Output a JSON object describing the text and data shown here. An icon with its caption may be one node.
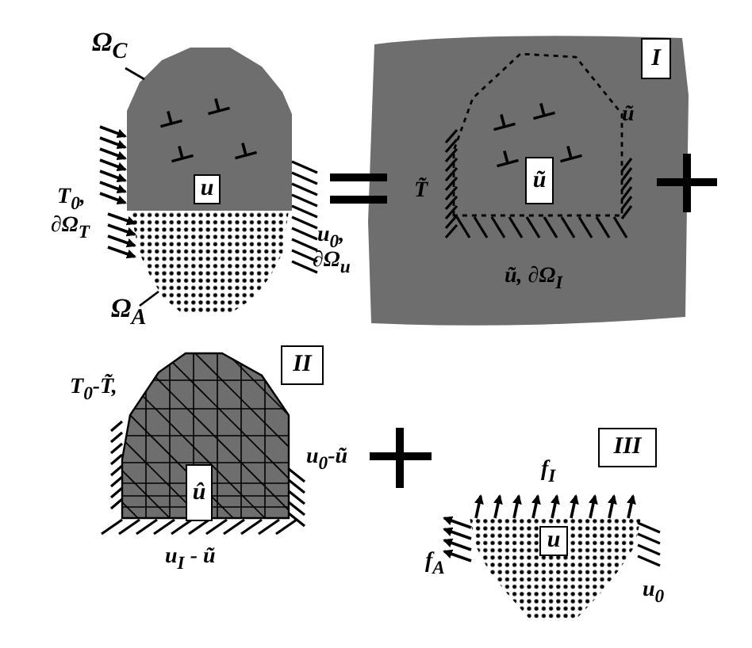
{
  "diagram": {
    "nodes": [
      {
        "text": [
          "u"
        ],
        "in": 2
      },
      {
        "text": [
          "Ω$_{C}$"
        ]
      },
      {
        "text": [],
        "shape": "picture"
      },
      {
        "text": [
          "Ω$_{A}$"
        ]
      },
      {
        "text": [],
        "shape": "picture"
      },
      {
        "text": [
          "I"
        ]
      },
      {
        "text": [
          "ũ"
        ]
      },
      {
        "text": [
          "II"
        ]
      },
      {
        "text": [
          "û"
        ]
      },
      {
        "text": [
          "III"
        ]
      },
      {
        "text": [
          "u"
        ],
        "in": 11
      },
      {
        "text": [],
        "shape": "picture"
      }
    ],
    "edges": [
      {
        "from": 1,
        "to": 2,
        "arrow": "none"
      },
      {
        "from": 3,
        "to": 4,
        "arrow": "none"
      }
    ],
    "labels": [
      "T$_{0}$,",
      "∂Ω$_{T}$",
      "u$_{0}$,",
      "∂Ω$_{u}$",
      "T̃",
      "ũ",
      "ũ, ∂Ω$_{I}$",
      "T$_{0}$-T̃,",
      "u$_{0}$-ũ",
      "u$_{I}$ - ũ",
      "f$_{I}$",
      "f$_{A}$",
      "u$_{0}$"
    ]
  }
}
